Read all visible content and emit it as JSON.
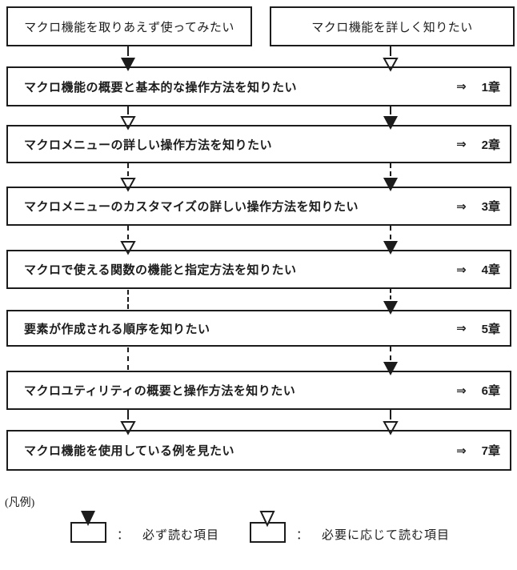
{
  "page": {
    "background": "#ffffff",
    "line_color": "#1c1c1c"
  },
  "entry_boxes": [
    {
      "id": "try",
      "label": "マクロ機能を取りあえず使ってみたい"
    },
    {
      "id": "detail",
      "label": "マクロ機能を詳しく知りたい"
    }
  ],
  "imply_symbol": "⇒",
  "rows": [
    {
      "label": "マクロ機能の概要と基本的な操作方法を知りたい",
      "chapter": "1章",
      "from_try": "must-read",
      "from_detail": "optional-read"
    },
    {
      "label": "マクロメニューの詳しい操作方法を知りたい",
      "chapter": "2章",
      "from_try": "optional-read",
      "from_detail": "must-read"
    },
    {
      "label": "マクロメニューのカスタマイズの詳しい操作方法を知りたい",
      "chapter": "3章",
      "from_try": "optional-read",
      "from_detail": "must-read"
    },
    {
      "label": "マクロで使える関数の機能と指定方法を知りたい",
      "chapter": "4章",
      "from_try": "optional-read",
      "from_detail": "must-read"
    },
    {
      "label": "要素が作成される順序を知りたい",
      "chapter": "5章",
      "from_try": "pass-through",
      "from_detail": "must-read"
    },
    {
      "label": "マクロユティリティの概要と操作方法を知りたい",
      "chapter": "6章",
      "from_try": "pass-through",
      "from_detail": "must-read"
    },
    {
      "label": "マクロ機能を使用している例を見たい",
      "chapter": "7章",
      "from_try": "optional-read",
      "from_detail": "optional-read"
    }
  ],
  "legend": {
    "title": "(凡例)",
    "colon": "：",
    "items": [
      {
        "symbol": "must-read-arrow",
        "label": "必ず読む項目"
      },
      {
        "symbol": "optional-read-arrow",
        "label": "必要に応じて読む項目"
      }
    ]
  }
}
